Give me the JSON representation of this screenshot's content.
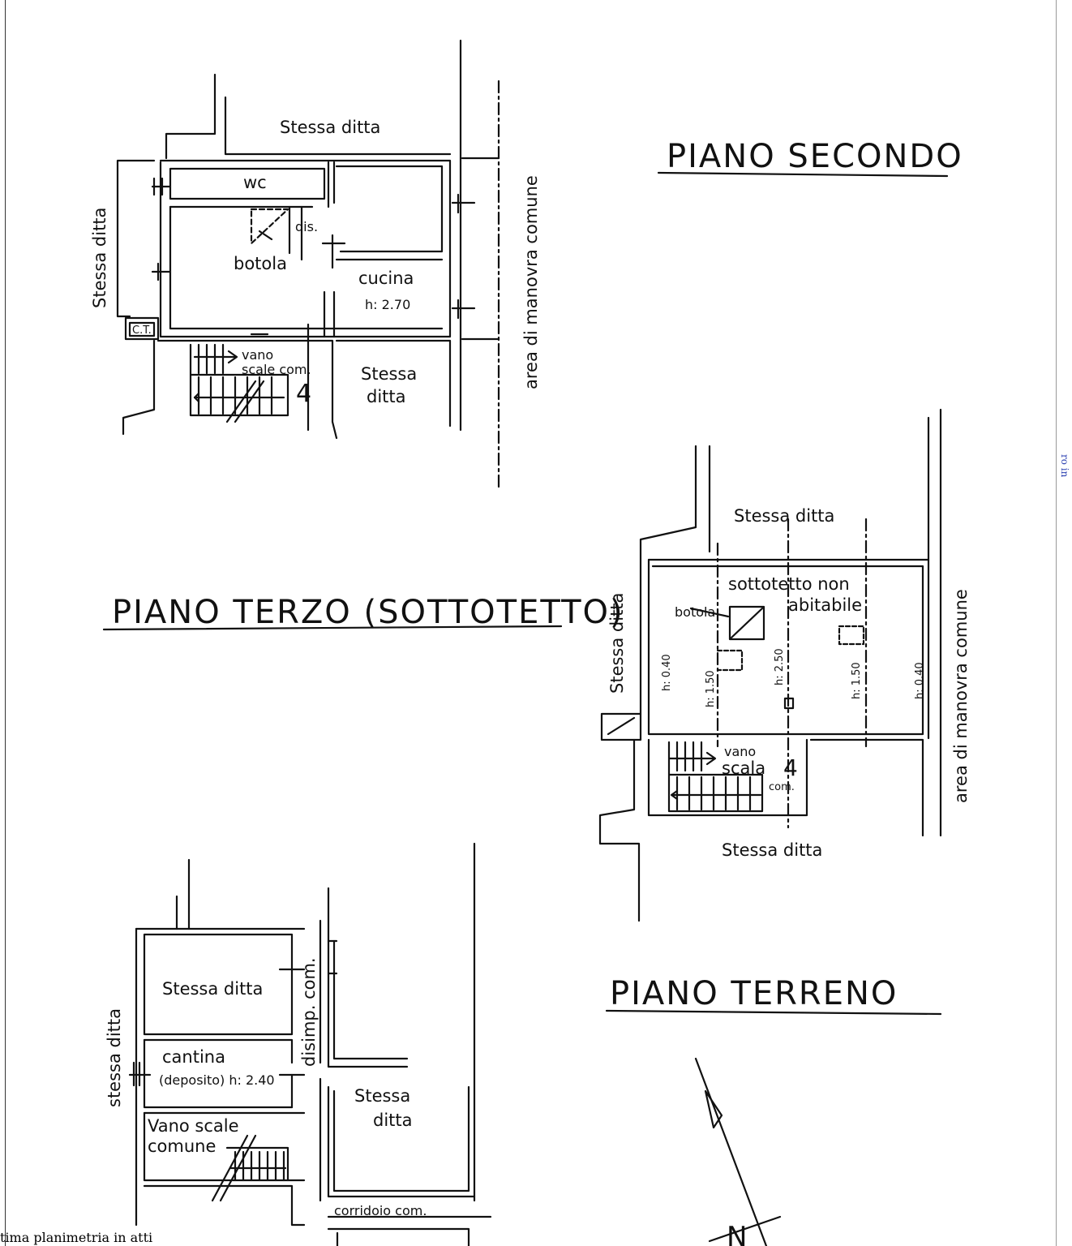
{
  "titles": {
    "piano_secondo": "PIANO SECONDO",
    "piano_terzo": "PIANO TERZO (SOTTOTETTO)",
    "piano_terreno": "PIANO TERRENO"
  },
  "piano_secondo": {
    "stessa_ditta_top": "Stessa ditta",
    "stessa_ditta_left": "Stessa ditta",
    "stessa_ditta_right": "Stessa",
    "stessa_ditta_right2": "ditta",
    "area_manovra": "area di manovra comune",
    "wc": "wc",
    "dis": "dis.",
    "botola": "botola",
    "cucina": "cucina",
    "cucina_h": "h: 2.70",
    "ct": "C.T.",
    "vano": "vano",
    "scale_com": "scale com.",
    "scale_num": "4"
  },
  "piano_terzo": {
    "stessa_ditta_top": "Stessa ditta",
    "stessa_ditta_left": "Stessa ditta",
    "stessa_ditta_bottom": "Stessa ditta",
    "area_manovra": "area di manovra comune",
    "sottotetto": "sottotetto non",
    "abitabile": "abitabile",
    "botola": "botola",
    "h040_left": "h: 0.40",
    "h150_left": "h: 1.50",
    "h250": "h: 2.50",
    "h150_right": "h: 1.50",
    "h040_right": "h: 0.40",
    "vano": "vano",
    "scala": "scala",
    "scala_num": "4",
    "com": "com."
  },
  "piano_terreno": {
    "stessa_ditta_room": "Stessa ditta",
    "stessa_ditta_left": "stessa ditta",
    "disimp": "disimp. com.",
    "cantina": "cantina",
    "deposito": "(deposito) h: 2.40",
    "stessa": "Stessa",
    "ditta": "ditta",
    "vano_scale": "Vano scale",
    "comune": "comune",
    "corridoio": "corridoio com."
  },
  "north_label": "N",
  "footer": "tima planimetria in atti",
  "side_mark": "ro in"
}
